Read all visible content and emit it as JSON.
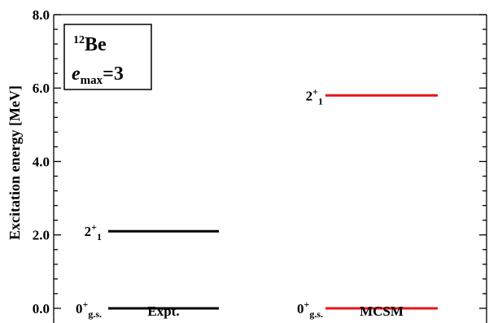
{
  "chart_data": {
    "type": "level-scheme",
    "ylabel": "Excitation energy [MeV]",
    "ylim": [
      -0.4,
      8.0
    ],
    "yticks": [
      0.0,
      2.0,
      4.0,
      6.0,
      8.0
    ],
    "ytick_labels": [
      "0.0",
      "2.0",
      "4.0",
      "6.0",
      "8.0"
    ],
    "categories": [
      "Expt.",
      "MCSM"
    ],
    "annotation": {
      "nucleus_mass": "12",
      "nucleus_symbol": "Be",
      "param_symbol": "e",
      "param_sub": "max",
      "param_value": "=3"
    },
    "series": [
      {
        "name": "Expt.",
        "color": "#000000",
        "levels": [
          {
            "label_base": "0",
            "label_sup": "+",
            "label_sub": "g.s.",
            "energy": 0.0
          },
          {
            "label_base": "2",
            "label_sup": "+",
            "label_sub": "1",
            "energy": 2.1
          }
        ]
      },
      {
        "name": "MCSM",
        "color": "#e8141c",
        "levels": [
          {
            "label_base": "0",
            "label_sup": "+",
            "label_sub": "g.s.",
            "energy": 0.0
          },
          {
            "label_base": "2",
            "label_sup": "+",
            "label_sub": "1",
            "energy": 5.8
          }
        ]
      }
    ]
  }
}
